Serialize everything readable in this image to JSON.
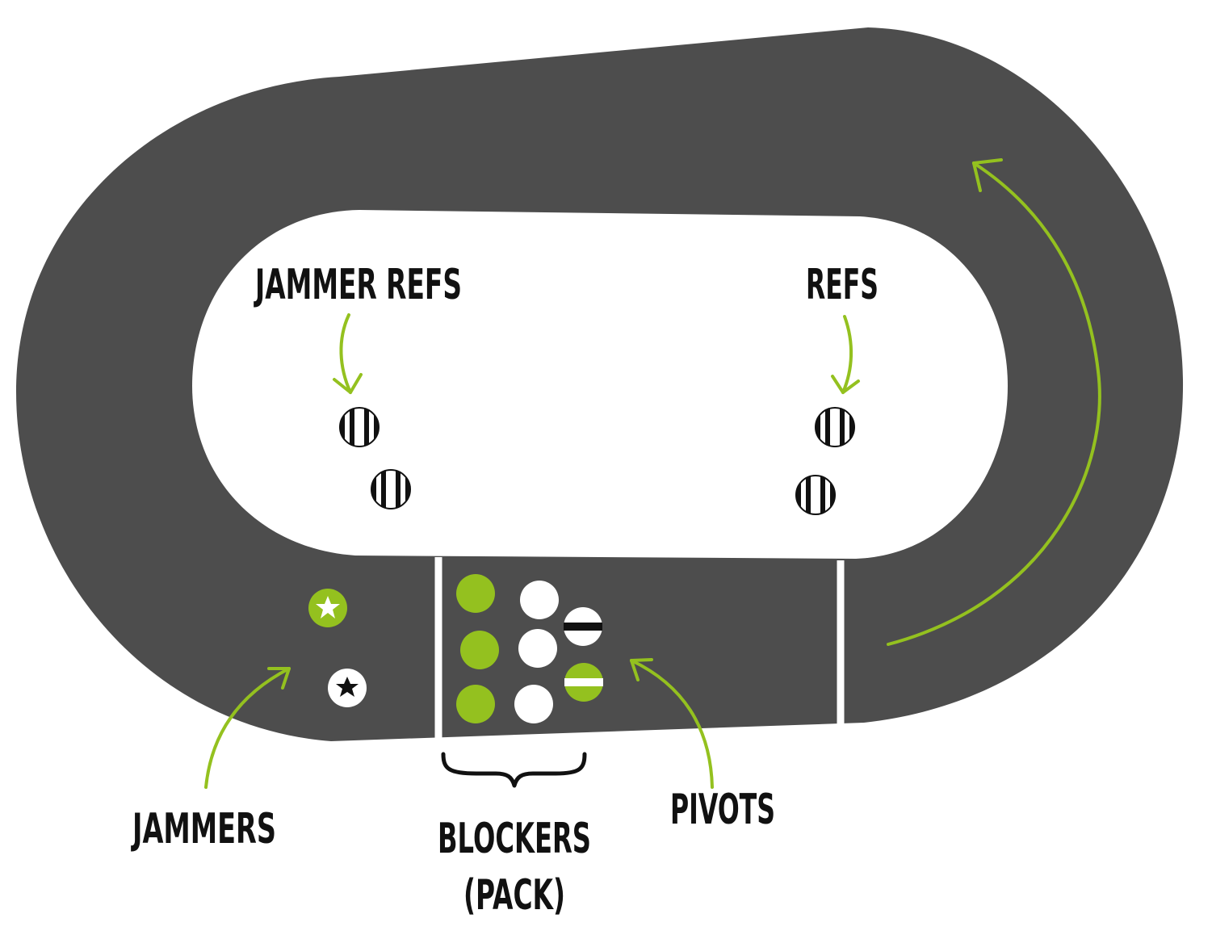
{
  "labels": {
    "jammer_refs": "JAMMER REFS",
    "refs": "REFS",
    "jammers": "JAMMERS",
    "blockers": "BLOCKERS",
    "pack": "(PACK)",
    "pivots": "PIVOTS"
  },
  "colors": {
    "track": "#4d4d4d",
    "infield": "#ffffff",
    "accent_green": "#94c11f",
    "player_white": "#ffffff",
    "stripe_black": "#111111",
    "text": "#111111"
  },
  "icons": {
    "ref": "striped-circle-icon",
    "jammer": "star-icon",
    "pivot": "stripe-circle-icon",
    "blocker": "circle-icon",
    "direction": "curved-arrow-icon"
  }
}
